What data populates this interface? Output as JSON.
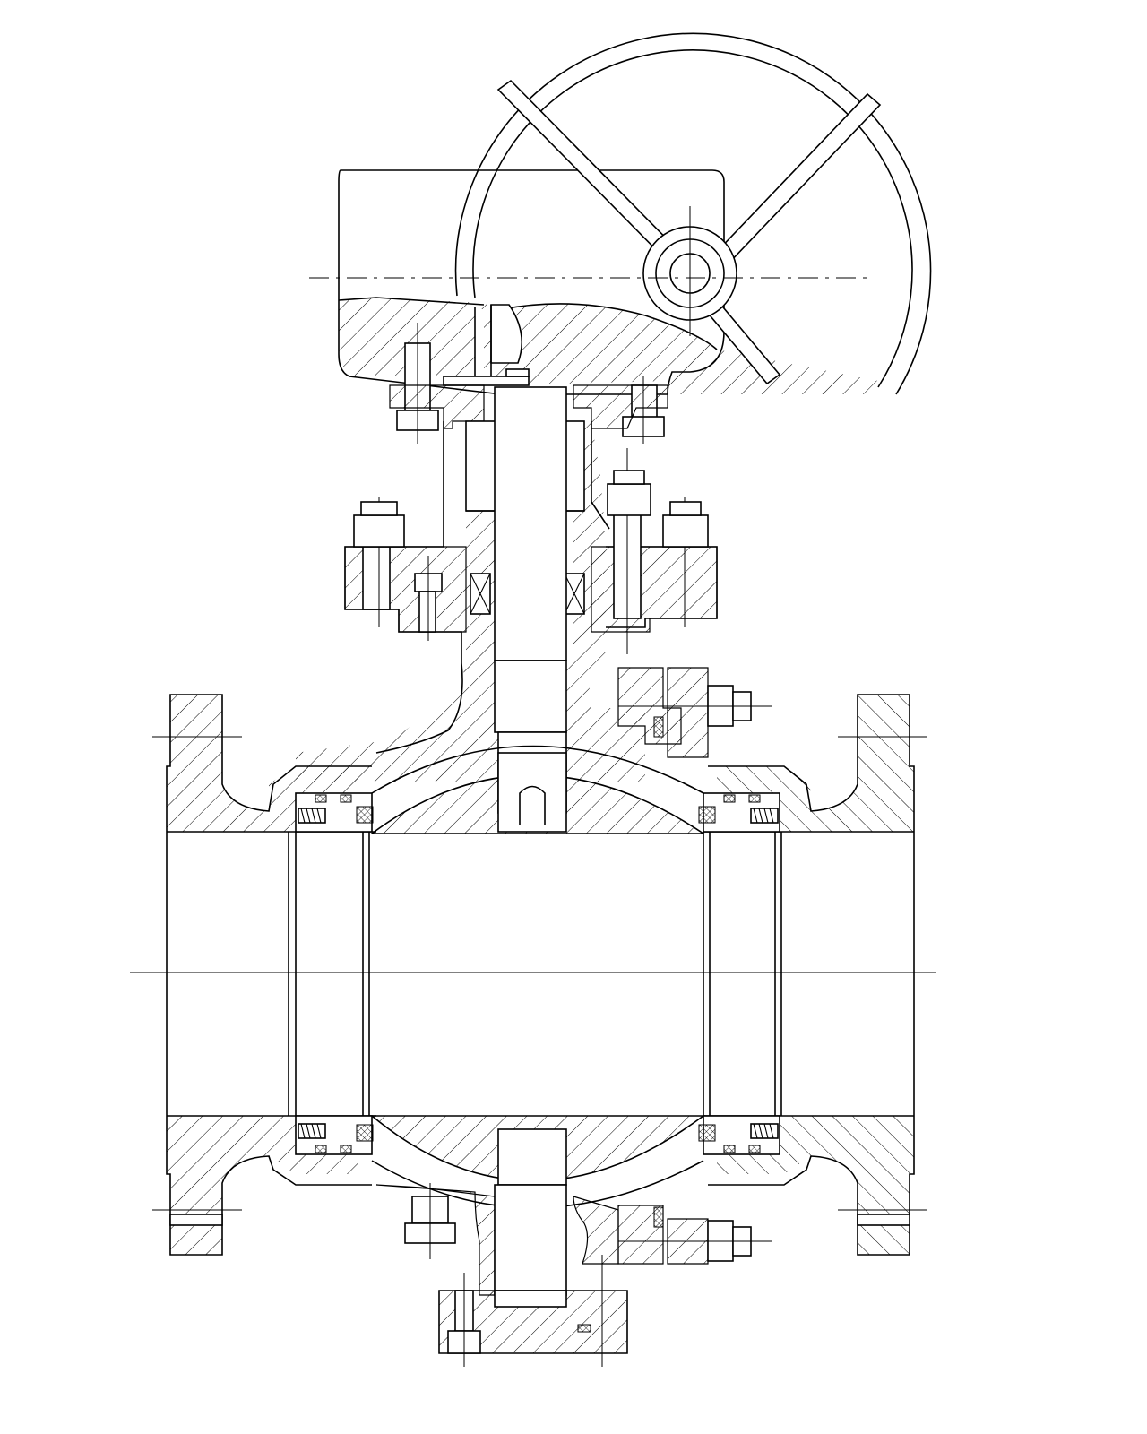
{
  "drawing": {
    "type": "engineering cross-section",
    "colors": {
      "line": "#000000",
      "background": "#ffffff"
    },
    "components": [
      "handwheel",
      "gear-operator",
      "stem",
      "stem-bolts",
      "bonnet",
      "left-flange",
      "right-flange",
      "ball",
      "seat-rings",
      "seat-springs",
      "body-bolts",
      "trunnion",
      "bottom-cover"
    ]
  }
}
